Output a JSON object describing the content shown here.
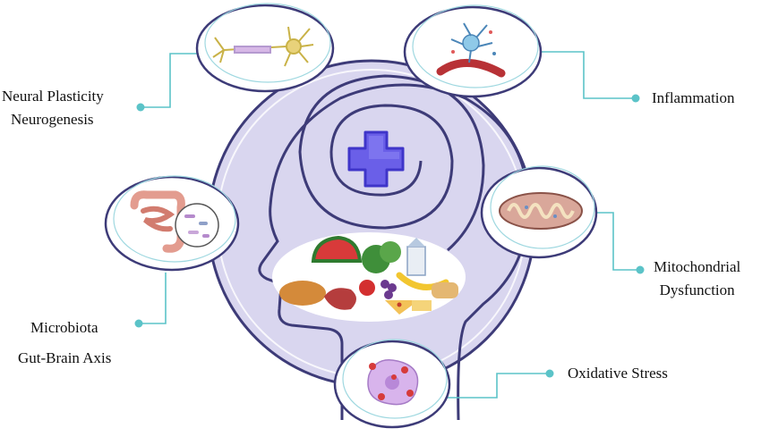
{
  "labels": {
    "neural": [
      "Neural Plasticity",
      "Neurogenesis"
    ],
    "inflammation": [
      "Inflammation"
    ],
    "mitochondrial": [
      "Mitochondrial",
      "Dysfunction"
    ],
    "microbiota": [
      "Microbiota",
      "Gut-Brain Axis"
    ],
    "oxidative": [
      "Oxidative Stress"
    ]
  },
  "colors": {
    "head_fill": "#d9d6ef",
    "outline": "#3d3b78",
    "connector": "#5bc3c8",
    "cross_fill": "#6a5fe8",
    "cross_edge": "#3f35c9"
  },
  "icons": {
    "center": "medical-cross-icon",
    "food": "food-group-icon",
    "neural": "neuron-icon",
    "inflammation": "inflamed-neuron-icon",
    "mitochondrial": "mitochondrion-icon",
    "microbiota": "intestine-bacteria-icon",
    "oxidative": "oxidative-cell-icon"
  }
}
